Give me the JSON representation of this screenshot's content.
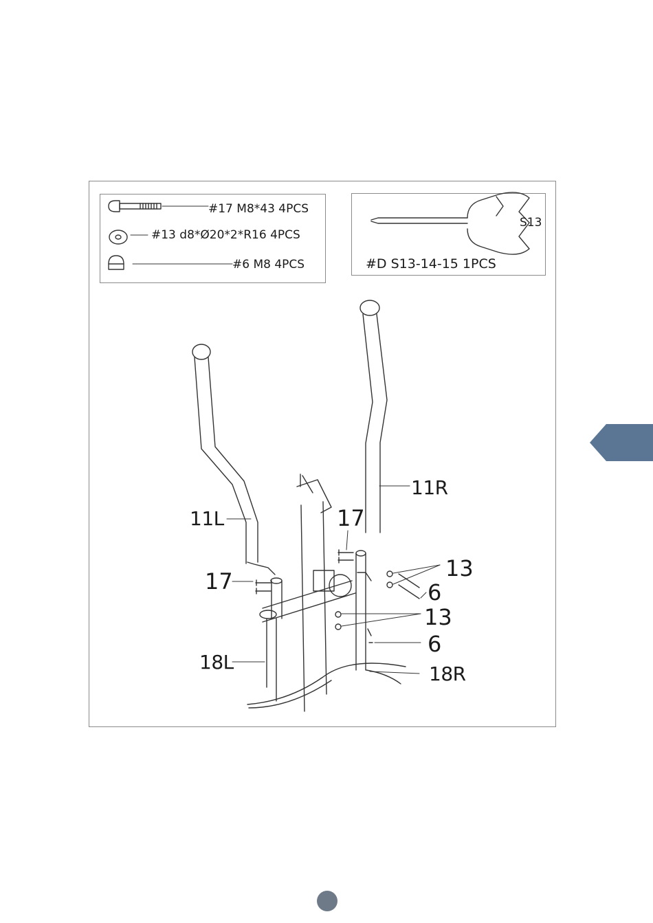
{
  "hardware": {
    "bolt": "#17 M8*43 4PCS",
    "washer": "#13 d8*Ø20*2*R16 4PCS",
    "nut": "#6 M8 4PCS"
  },
  "tool": {
    "size_mark": "S13",
    "label": "#D  S13-14-15  1PCS"
  },
  "callouts": {
    "handle_right": "11R",
    "handle_left": "11L",
    "bolt_right": "17",
    "bolt_left": "17",
    "washer_right": "13",
    "nut_right": "6",
    "washer_center": "13",
    "nut_center": "6",
    "leg_left": "18L",
    "leg_right": "18R"
  },
  "colors": {
    "tab": "#5b7594",
    "badge": "#6f7a88",
    "line": "#333333"
  }
}
